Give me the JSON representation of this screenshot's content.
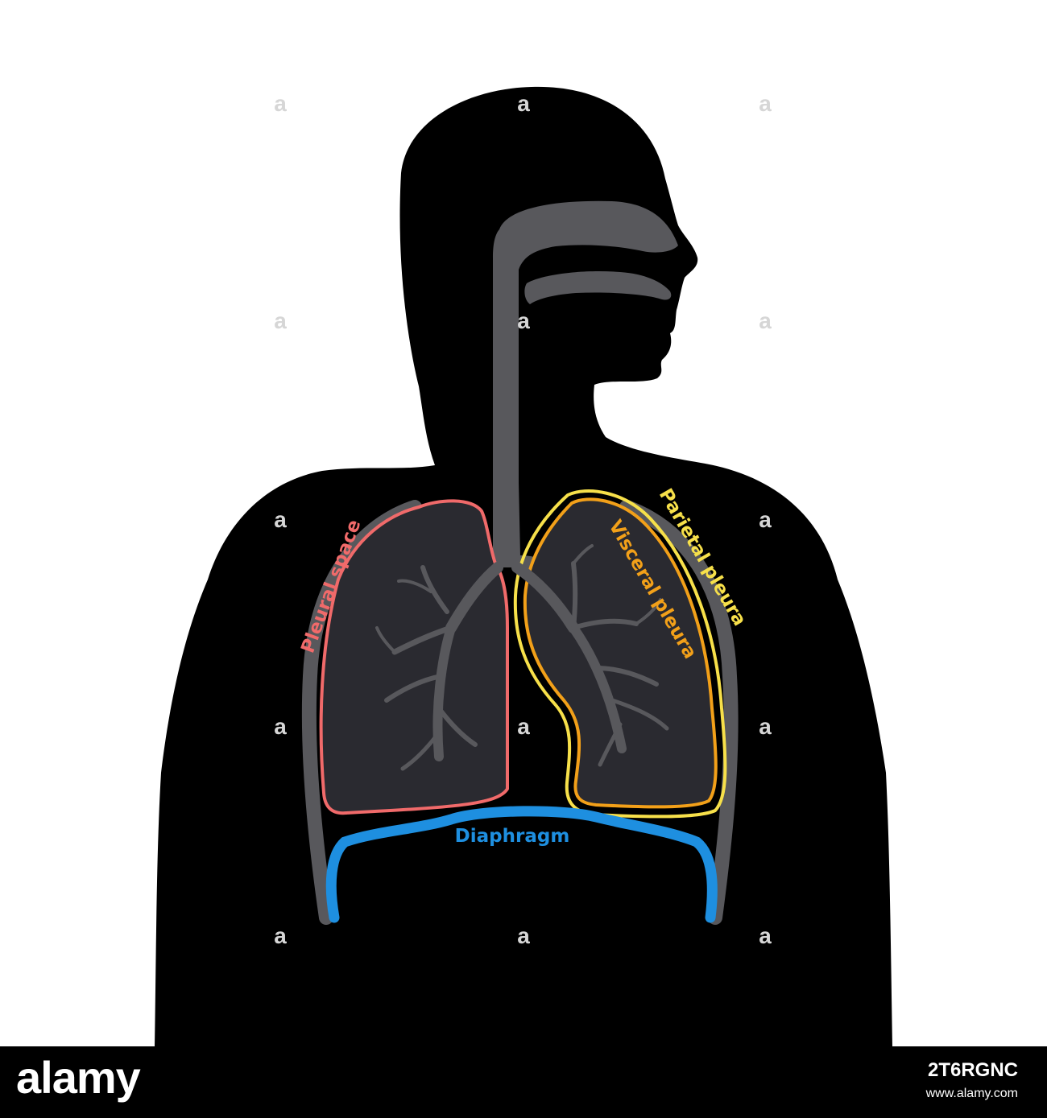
{
  "labels": {
    "pleural_space": "Pleural space",
    "parietal_pleura": "Parietal pleura",
    "visceral_pleura": "Visceral pleura",
    "diaphragm": "Diaphragm"
  },
  "colors": {
    "background": "#ffffff",
    "silhouette": "#000000",
    "airway": "#58585c",
    "lung_fill": "#2a2a30",
    "pleural_space": "#f06a6a",
    "parietal_pleura": "#f7e04a",
    "visceral_pleura": "#f2a019",
    "diaphragm": "#1e8fe0"
  },
  "watermark": "a",
  "footer": {
    "logo": "alamy",
    "image_id": "2T6RGNC",
    "url": "www.alamy.com"
  }
}
